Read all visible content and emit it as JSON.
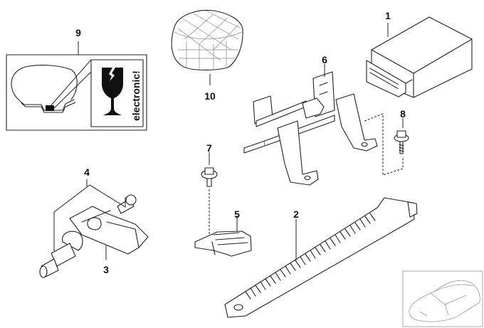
{
  "diagram": {
    "type": "exploded parts diagram",
    "callouts": [
      {
        "number": "1",
        "part": "control-unit"
      },
      {
        "number": "2",
        "part": "cable-strap"
      },
      {
        "number": "3",
        "part": "tire-pressure-sensor"
      },
      {
        "number": "4",
        "part": "valve-and-screw-set"
      },
      {
        "number": "5",
        "part": "clip"
      },
      {
        "number": "6",
        "part": "bracket"
      },
      {
        "number": "7",
        "part": "screw"
      },
      {
        "number": "8",
        "part": "screw"
      },
      {
        "number": "9",
        "part": "warning-label"
      },
      {
        "number": "10",
        "part": "foam-cover"
      }
    ],
    "label_text": "electronic!"
  }
}
